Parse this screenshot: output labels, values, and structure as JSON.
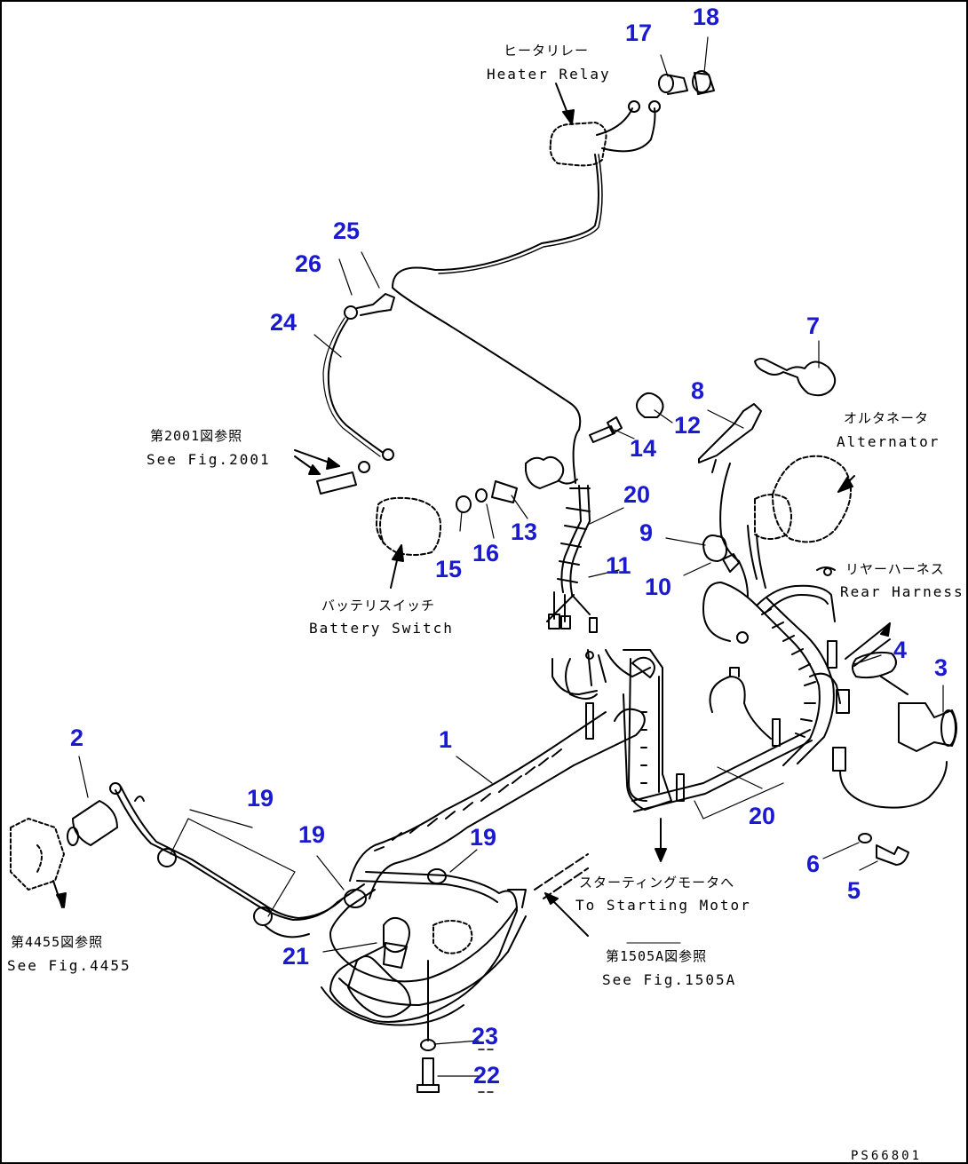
{
  "diagram": {
    "part_numbers": [
      "1",
      "2",
      "3",
      "4",
      "5",
      "6",
      "7",
      "8",
      "9",
      "10",
      "11",
      "12",
      "13",
      "14",
      "15",
      "16",
      "17",
      "18",
      "19",
      "19",
      "19",
      "20",
      "20",
      "21",
      "22",
      "23",
      "24",
      "25",
      "26"
    ],
    "labels": {
      "heater_relay_jp": "ヒータリレー",
      "heater_relay_en": "Heater Relay",
      "alternator_jp": "オルタネータ",
      "alternator_en": "Alternator",
      "rear_harness_jp": "リヤーハーネス",
      "rear_harness_en": "Rear Harness",
      "battery_switch_jp": "バッテリスイッチ",
      "battery_switch_en": "Battery Switch",
      "starting_motor_jp": "スターティングモータへ",
      "starting_motor_en": "To Starting Motor",
      "ref_2001_jp": "第2001図参照",
      "ref_2001_en": "See Fig.2001",
      "ref_4455_jp": "第4455図参照",
      "ref_4455_en": "See Fig.4455",
      "ref_1505a_jp": "第1505A図参照",
      "ref_1505a_en": "See Fig.1505A"
    },
    "drawing_code": "PS66801",
    "colors": {
      "callout": "#1a1ad0",
      "line": "#000000"
    }
  }
}
